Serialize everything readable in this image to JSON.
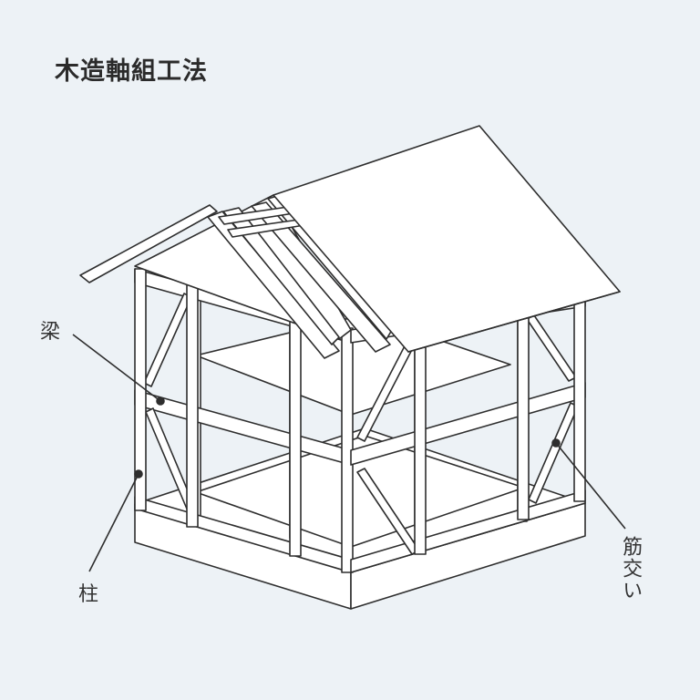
{
  "title": "木造軸組工法",
  "labels": {
    "beam": "梁",
    "post": "柱",
    "brace": "筋交い"
  },
  "colors": {
    "background": "#edf2f6",
    "line": "#2e2e2e",
    "fill": "#ffffff",
    "title": "#2b2b2b"
  }
}
